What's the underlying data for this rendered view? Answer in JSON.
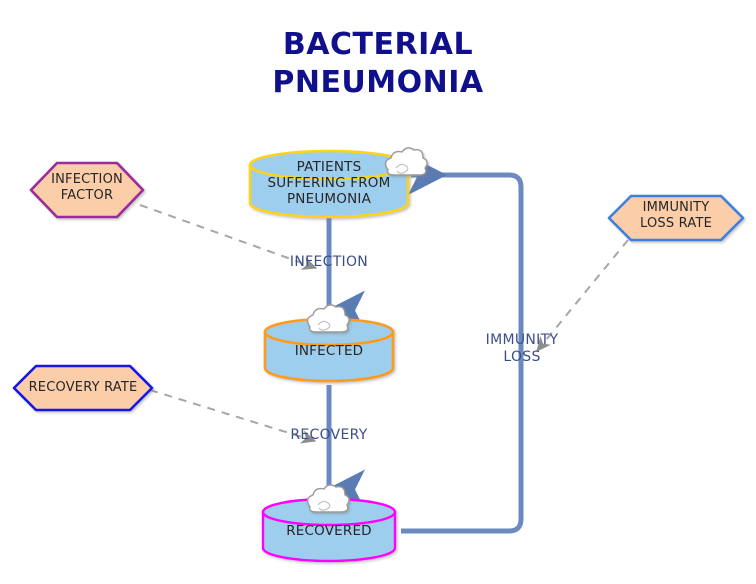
{
  "title": "BACTERIAL\nPNEUMONIA",
  "colors": {
    "title_text": "#10108C",
    "stock_fill": "#9DCEEE",
    "stock_border_pneumonia": "#FFD21E",
    "stock_border_infected": "#FF9B1E",
    "stock_border_recovered": "#FF00FF",
    "hex_fill": "#FBCDA8",
    "hex_border_infection_factor": "#9B2A9B",
    "hex_border_recovery_rate": "#1414E6",
    "hex_border_immunity_loss_rate": "#3D7FE0",
    "flow_line": "#6B8AC0",
    "connector_dash": "#A6A6A6",
    "cloud_fill": "#FFFFFF",
    "cloud_stroke": "#9A9A9A",
    "label_text": "#262626",
    "flow_label_text": "#3C4E88"
  },
  "stocks": [
    {
      "id": "patients-suffering-from-pneumonia",
      "label": "PATIENTS\nSUFFERING FROM\nPNEUMONIA"
    },
    {
      "id": "infected",
      "label": "INFECTED"
    },
    {
      "id": "recovered",
      "label": "RECOVERED"
    }
  ],
  "variables": [
    {
      "id": "infection-factor",
      "label": "INFECTION\nFACTOR"
    },
    {
      "id": "recovery-rate",
      "label": "RECOVERY RATE"
    },
    {
      "id": "immunity-loss-rate",
      "label": "IMMUNITY\nLOSS RATE"
    }
  ],
  "flows": [
    {
      "id": "infection",
      "label": "INFECTION"
    },
    {
      "id": "recovery",
      "label": "RECOVERY"
    },
    {
      "id": "immunity-loss",
      "label": "IMMUNITY\nLOSS"
    }
  ]
}
